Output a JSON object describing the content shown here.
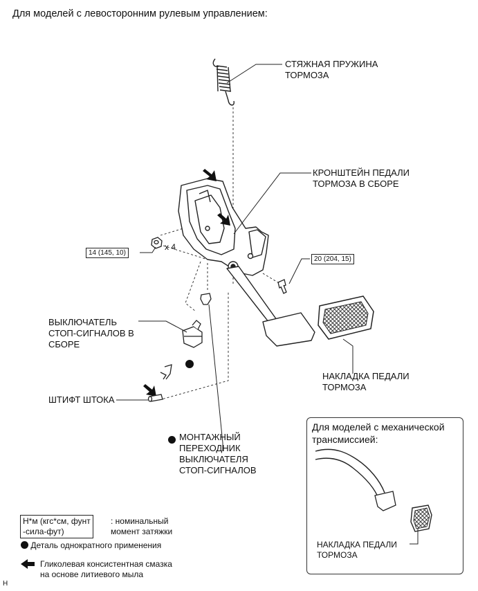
{
  "title": "Для моделей с левосторонним рулевым управлением:",
  "labels": {
    "return_spring": [
      "СТЯЖНАЯ ПРУЖИНА",
      "ТОРМОЗА"
    ],
    "pedal_bracket": [
      "КРОНШТЕЙН ПЕДАЛИ",
      "ТОРМОЗА В СБОРЕ"
    ],
    "stop_switch": [
      "ВЫКЛЮЧАТЕЛЬ",
      "СТОП-СИГНАЛОВ В",
      "СБОРЕ"
    ],
    "pedal_pad": [
      "НАКЛАДКА ПЕДАЛИ",
      "ТОРМОЗА"
    ],
    "push_rod_pin": "ШТИФТ ШТОКА",
    "mounting_adapter": [
      "МОНТАЖНЫЙ",
      "ПЕРЕХОДНИК",
      "ВЫКЛЮЧАТЕЛЯ",
      "СТОП-СИГНАЛОВ"
    ]
  },
  "torque": {
    "nut": "14 (145, 10)",
    "nut_qty": "x 4",
    "bolt": "20 (204, 15)"
  },
  "inset": {
    "title": [
      "Для моделей с механической",
      "трансмиссией:"
    ],
    "pad_label": [
      "НАКЛАДКА ПЕДАЛИ",
      "ТОРМОЗА"
    ]
  },
  "legend": {
    "unit_box": [
      "Н*м (кгс*см, фунт",
      "-сила-фут)"
    ],
    "unit_desc": [
      ": номинальный",
      "момент затяжки"
    ],
    "non_reusable": "Деталь однократного применения",
    "grease": [
      "Гликолевая консистентная смазка",
      "на основе литиевого мыла"
    ]
  },
  "footer_code": "H"
}
